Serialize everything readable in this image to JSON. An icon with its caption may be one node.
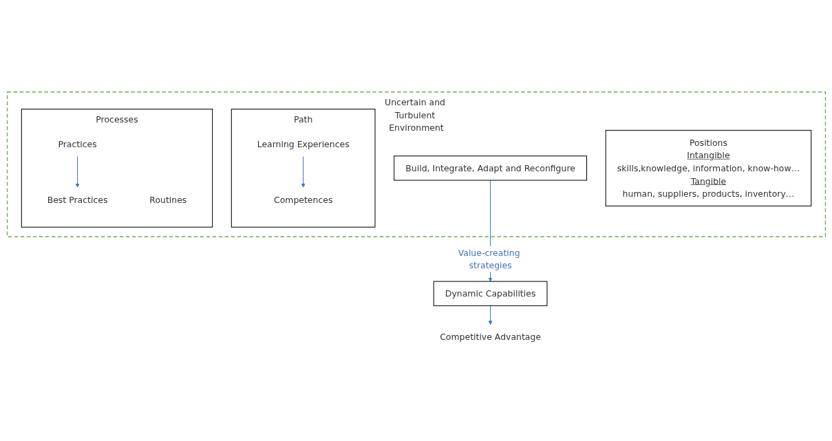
{
  "diagram": {
    "nodes": [
      {
        "text": [
          "Uncertain and Turbulent Environment"
        ]
      },
      {
        "text": [
          "Positions",
          "Intangible",
          "skills,knowledge, information, know-how…",
          "Tangible",
          "human, suppliers, products, inventory…"
        ],
        "in": 0
      },
      {
        "text": [
          "Processes"
        ],
        "in": 0
      },
      {
        "text": [
          "Routines"
        ],
        "in": 2
      },
      {
        "text": [
          "Practices"
        ],
        "in": 2
      },
      {
        "text": [
          "Best Practices"
        ],
        "in": 2
      },
      {
        "text": [
          "Path"
        ],
        "in": 0
      },
      {
        "text": [
          "Learning Experiences"
        ],
        "in": 6
      },
      {
        "text": [
          "Competences"
        ],
        "in": 6
      },
      {
        "text": [
          "Build, Integrate, Adapt and Reconfigure"
        ],
        "in": 0
      },
      {
        "text": [
          "Dynamic Capabilities"
        ]
      },
      {
        "text": [
          "Competitive Advantage"
        ]
      }
    ],
    "edges": [
      {
        "from": 4,
        "to": 5,
        "arrow": "to"
      },
      {
        "from": 7,
        "to": 8,
        "arrow": "to"
      },
      {
        "from": 9,
        "to": 10,
        "arrow": "to",
        "label": "Value-creating strategies"
      },
      {
        "from": 10,
        "to": 11,
        "arrow": "to"
      }
    ]
  }
}
